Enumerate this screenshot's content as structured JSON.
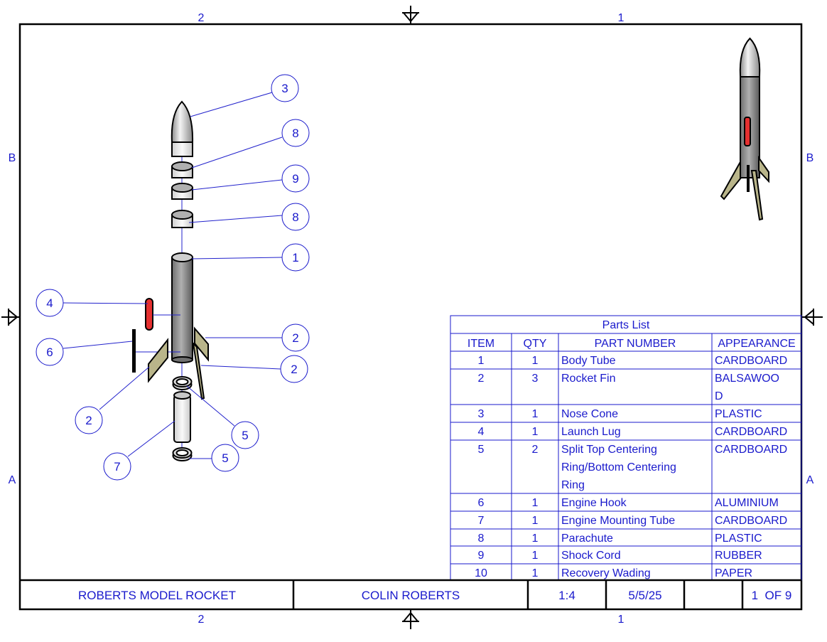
{
  "zones": {
    "top": [
      "2",
      "1"
    ],
    "bottom": [
      "2",
      "1"
    ],
    "left": [
      "B",
      "A"
    ],
    "right": [
      "B",
      "A"
    ]
  },
  "balloons": [
    "3",
    "8",
    "9",
    "8",
    "1",
    "4",
    "2",
    "6",
    "2",
    "2",
    "5",
    "7",
    "5"
  ],
  "parts_list": {
    "title": "Parts List",
    "headers": [
      "ITEM",
      "QTY",
      "PART NUMBER",
      "APPEARANCE"
    ],
    "rows": [
      {
        "item": "1",
        "qty": "1",
        "part": [
          "Body Tube"
        ],
        "appearance": [
          "CARDBOARD"
        ]
      },
      {
        "item": "2",
        "qty": "3",
        "part": [
          "Rocket Fin"
        ],
        "appearance": [
          "BALSAWOO",
          "D"
        ]
      },
      {
        "item": "3",
        "qty": "1",
        "part": [
          "Nose Cone"
        ],
        "appearance": [
          "PLASTIC"
        ]
      },
      {
        "item": "4",
        "qty": "1",
        "part": [
          "Launch Lug"
        ],
        "appearance": [
          "CARDBOARD"
        ]
      },
      {
        "item": "5",
        "qty": "2",
        "part": [
          "Split Top Centering",
          "Ring/Bottom Centering",
          "Ring"
        ],
        "appearance": [
          "CARDBOARD"
        ]
      },
      {
        "item": "6",
        "qty": "1",
        "part": [
          "Engine Hook"
        ],
        "appearance": [
          "ALUMINIUM"
        ]
      },
      {
        "item": "7",
        "qty": "1",
        "part": [
          "Engine Mounting Tube"
        ],
        "appearance": [
          "CARDBOARD"
        ]
      },
      {
        "item": "8",
        "qty": "1",
        "part": [
          "Parachute"
        ],
        "appearance": [
          "PLASTIC"
        ]
      },
      {
        "item": "9",
        "qty": "1",
        "part": [
          "Shock Cord"
        ],
        "appearance": [
          "RUBBER"
        ]
      },
      {
        "item": "10",
        "qty": "1",
        "part": [
          "Recovery Wading"
        ],
        "appearance": [
          "PAPER"
        ]
      }
    ]
  },
  "title_block": {
    "title": "ROBERTS MODEL ROCKET",
    "author": "COLIN ROBERTS",
    "scale": "1:4",
    "date": "5/5/25",
    "blank": "",
    "sheet": "1  OF 9"
  }
}
